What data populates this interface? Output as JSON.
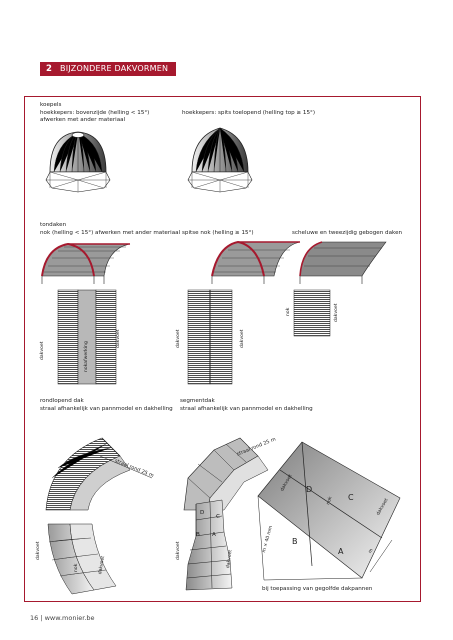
{
  "header": {
    "section_number": "2",
    "section_title": "BIJZONDERE DAKVORMEN"
  },
  "koepels": {
    "title": "koepels",
    "left_caption_line1": "hoekkepers: bovenzijde (helling < 15°)",
    "left_caption_line2": "afwerken met ander materiaal",
    "right_caption": "hoekkepers: spits toelopend (helling top ≥ 15°)"
  },
  "tondaken": {
    "title": "tondaken",
    "caption_1": "nok (helling < 15°) afwerken met ander materiaal",
    "caption_2": "spitse nok (helling ≥ 15°)",
    "caption_3": "scheluwe en tweezijdig gebogen daken",
    "plan_labels": {
      "dakvoet": "dakvoet",
      "nokafwerking": "nokafwerking",
      "nok": "nok"
    }
  },
  "rondlopend": {
    "title": "rondlopend dak",
    "caption": "straal afhankelijk van pannmodel en dakhelling",
    "radius": "straal rond 25 m"
  },
  "segmentdak": {
    "title": "segmentdak",
    "caption": "straal afhankelijk van pannmodel en dakhelling",
    "radius": "straal rond 25 m",
    "labels": {
      "a": "A",
      "b": "B",
      "c": "C",
      "d": "D"
    },
    "measure": "m × 40 mm",
    "m_label": "m",
    "nok": "nok",
    "dakvoet": "dakvoet",
    "note": "bij toepassing van gegolfde dakpannen"
  },
  "footer": {
    "text": "16 | www.monier.be"
  },
  "colors": {
    "accent": "#a6192e",
    "roof_dark": "#4a4a4a",
    "roof_light": "#d8d8d8"
  }
}
